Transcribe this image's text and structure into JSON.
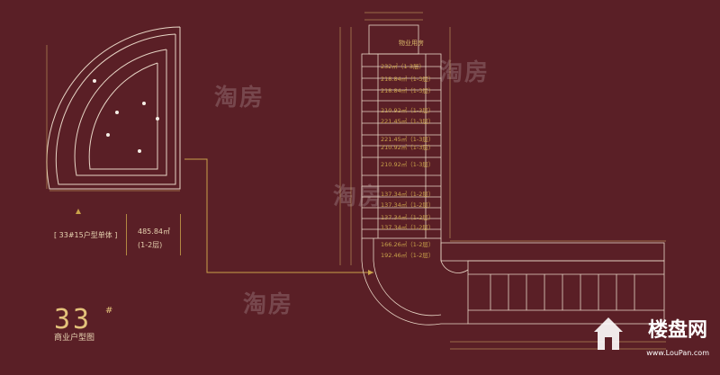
{
  "plan": {
    "summary_label": "[ 33#15户型单体 ]",
    "area": "485.84㎡",
    "floors": "(1-2层)",
    "building_number": "33",
    "building_superscript": "#",
    "building_caption": "商业户型图",
    "room_tag": "物业用房"
  },
  "units": [
    {
      "label": "232㎡（1-3层）"
    },
    {
      "label": "218.84㎡（1-3层）"
    },
    {
      "label": "218.84㎡（1-3层）"
    },
    {
      "label": "210.92㎡（1-3层）"
    },
    {
      "label": "221.45㎡（1-3层）"
    },
    {
      "label": "221.45㎡（1-3层）"
    },
    {
      "label": "210.92㎡（1-3层）"
    },
    {
      "label": "210.92㎡（1-3层）"
    },
    {
      "label": "137.34㎡（1-2层）"
    },
    {
      "label": "137.34㎡（1-2层）"
    },
    {
      "label": "137.34㎡（1-2层）"
    },
    {
      "label": "137.34㎡（1-2层）"
    },
    {
      "label": "166.26㎡（1-2层）"
    },
    {
      "label": "192.46㎡（1-2层）"
    }
  ],
  "watermark": {
    "text": "淘房"
  },
  "logo": {
    "name": "楼盘网",
    "url": "www.LouPan.com"
  }
}
